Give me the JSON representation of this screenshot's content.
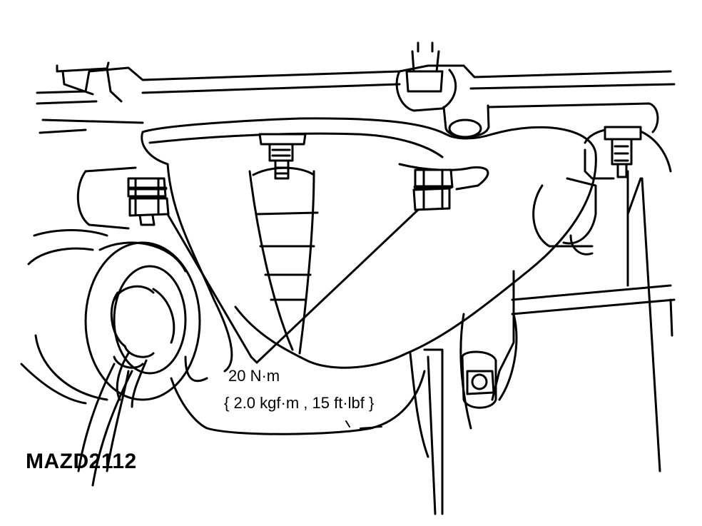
{
  "torque_spec": {
    "primary": "20 N·m",
    "secondary": "{ 2.0 kgf·m , 15 ft·lbf }"
  },
  "figure_id": "MAZD2112"
}
